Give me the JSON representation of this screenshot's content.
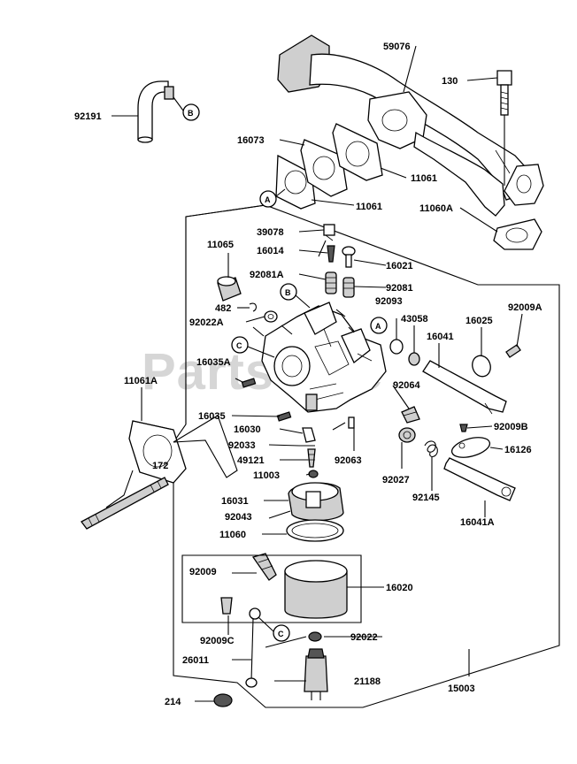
{
  "watermark": "PartsTree",
  "labels": {
    "p59076": "59076",
    "p130": "130",
    "p92191": "92191",
    "p16073": "16073",
    "p11061a": "11061",
    "p11061b": "11061",
    "p11060A": "11060A",
    "p39078": "39078",
    "p16014": "16014",
    "p11065": "11065",
    "p16021": "16021",
    "p92081A": "92081A",
    "p92081": "92081",
    "p482": "482",
    "p92093": "92093",
    "p92022A": "92022A",
    "p43058": "43058",
    "p16025": "16025",
    "p92009A": "92009A",
    "p16041": "16041",
    "p16035A": "16035A",
    "p92064": "92064",
    "p11061A": "11061A",
    "p16035": "16035",
    "p16030": "16030",
    "p92009B": "92009B",
    "p92033": "92033",
    "p16126": "16126",
    "p49121": "49121",
    "p92063": "92063",
    "p92027": "92027",
    "p172": "172",
    "p11003": "11003",
    "p92145": "92145",
    "p16031": "16031",
    "p16041A": "16041A",
    "p92043": "92043",
    "p11060": "11060",
    "p92009": "92009",
    "p16020": "16020",
    "p92009C": "92009C",
    "p92022": "92022",
    "p26011": "26011",
    "p21188": "21188",
    "p15003": "15003",
    "p214": "214"
  },
  "callouts": {
    "A1": "A",
    "A2": "A",
    "B1": "B",
    "B2": "B",
    "C1": "C",
    "C2": "C"
  }
}
